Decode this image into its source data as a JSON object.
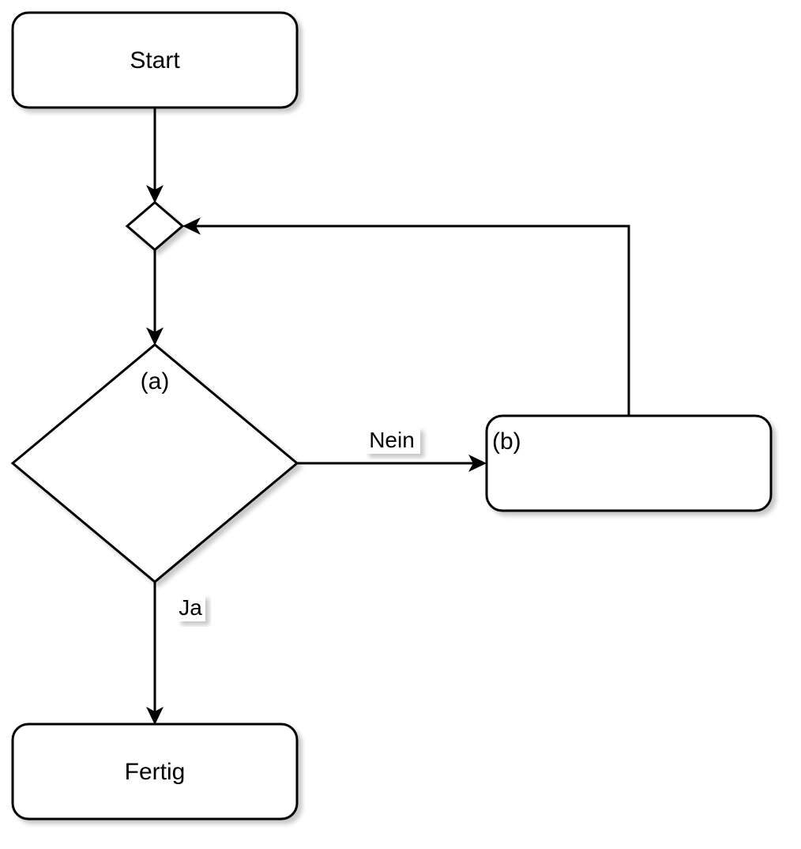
{
  "nodes": {
    "start": {
      "label": "Start"
    },
    "merge": {
      "label": ""
    },
    "decision": {
      "label": "(a)"
    },
    "process": {
      "label": "(b)"
    },
    "end": {
      "label": "Fertig"
    }
  },
  "edges": {
    "no_label": "Nein",
    "yes_label": "Ja"
  },
  "colors": {
    "stroke": "#000000",
    "fill": "#ffffff",
    "shadow": "#c8c8d2"
  }
}
